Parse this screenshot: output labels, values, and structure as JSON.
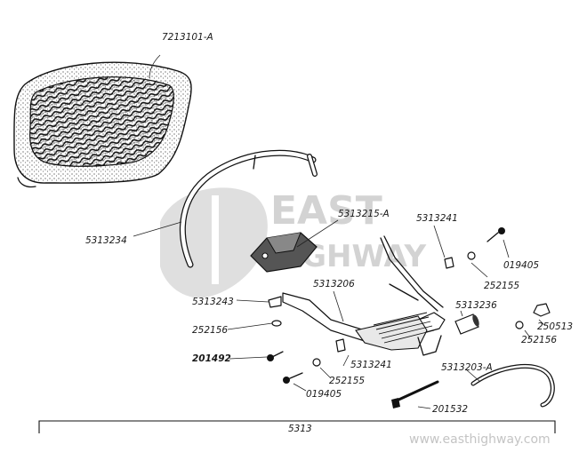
{
  "watermark": {
    "line1": "EAST",
    "line2": "HIGHWAY",
    "url": "www.easthighway.com"
  },
  "labels": {
    "seat": "7213101-A",
    "guard": "5313234",
    "clamp": "5313215-A",
    "bracket": "5313206",
    "plate_right": "5313241",
    "bolt_right": "019405",
    "washer_right": "252155",
    "washer_left": "5313243",
    "lockwasher_left": "252156",
    "screw_left": "201492",
    "plate_mid": "5313241",
    "washer_mid": "252155",
    "bolt_mid": "019405",
    "spacer": "5313236",
    "nut": "250513",
    "lockwasher_right": "252156",
    "bow": "5313203-A",
    "long_bolt": "201532",
    "assembly": "5313"
  },
  "colors": {
    "ink": "#111111",
    "watermark": "#cfcfcf"
  }
}
